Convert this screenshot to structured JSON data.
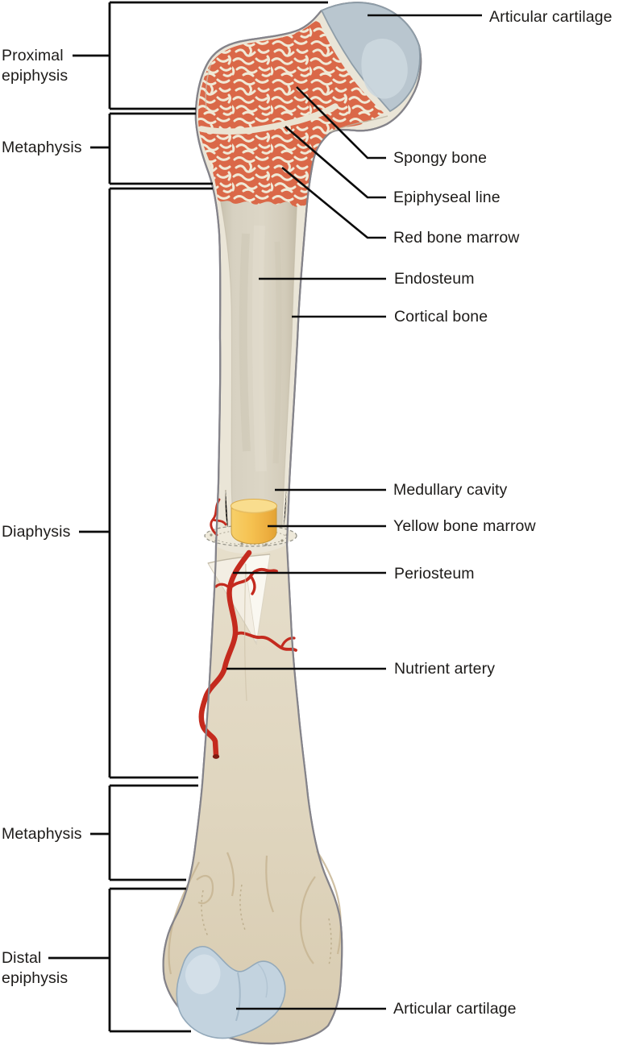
{
  "left_labels": [
    {
      "label": "Proximal epiphysis"
    },
    {
      "label": "Metaphysis"
    },
    {
      "label": "Diaphysis"
    },
    {
      "label": "Metaphysis"
    },
    {
      "label": "Distal epiphysis"
    }
  ],
  "right_labels": [
    {
      "label": "Articular cartilage"
    },
    {
      "label": "Spongy bone"
    },
    {
      "label": "Epiphyseal line"
    },
    {
      "label": "Red bone marrow"
    },
    {
      "label": "Endosteum"
    },
    {
      "label": "Cortical bone"
    },
    {
      "label": "Medullary cavity"
    },
    {
      "label": "Yellow bone marrow"
    },
    {
      "label": "Periosteum"
    },
    {
      "label": "Nutrient artery"
    },
    {
      "label": "Articular cartilage"
    }
  ],
  "colors": {
    "spongy_bone": "#DA6848",
    "trabeculae": "#F0E9D6",
    "cortical_cream": "#EAE5D7",
    "articular_cartilage_proximal": "#B9C6CF",
    "articular_cartilage_distal": "#C3D3DF",
    "medullary_cavity": "#D8D2C2",
    "yellow_marrow": "#F5C150",
    "nutrient_artery": "#C42A1E",
    "periosteum": "#F3EFE4",
    "bone_outline": "#84838A",
    "label_line": "#0B0B0B",
    "text": "#1D1B19"
  }
}
